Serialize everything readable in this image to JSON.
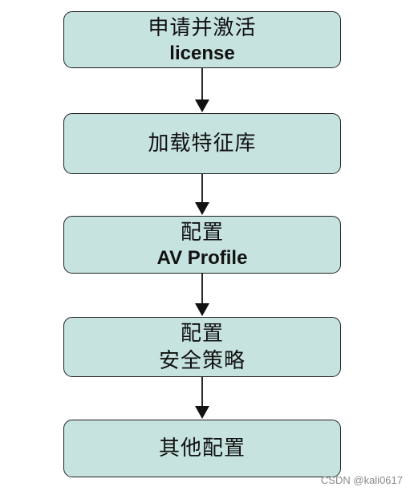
{
  "diagram": {
    "type": "flowchart",
    "colors": {
      "box_fill": "#c6e3e0",
      "box_border": "#1f1f1f",
      "arrow": "#111111",
      "text": "#111111"
    },
    "steps": [
      {
        "line1": "申请并激活",
        "line2": "license"
      },
      {
        "line1": "加载特征库"
      },
      {
        "line1": "配置",
        "line2": "AV Profile"
      },
      {
        "line1": "配置",
        "line2": "安全策略"
      },
      {
        "line1": "其他配置"
      }
    ]
  },
  "watermark": "CSDN @kali0617"
}
